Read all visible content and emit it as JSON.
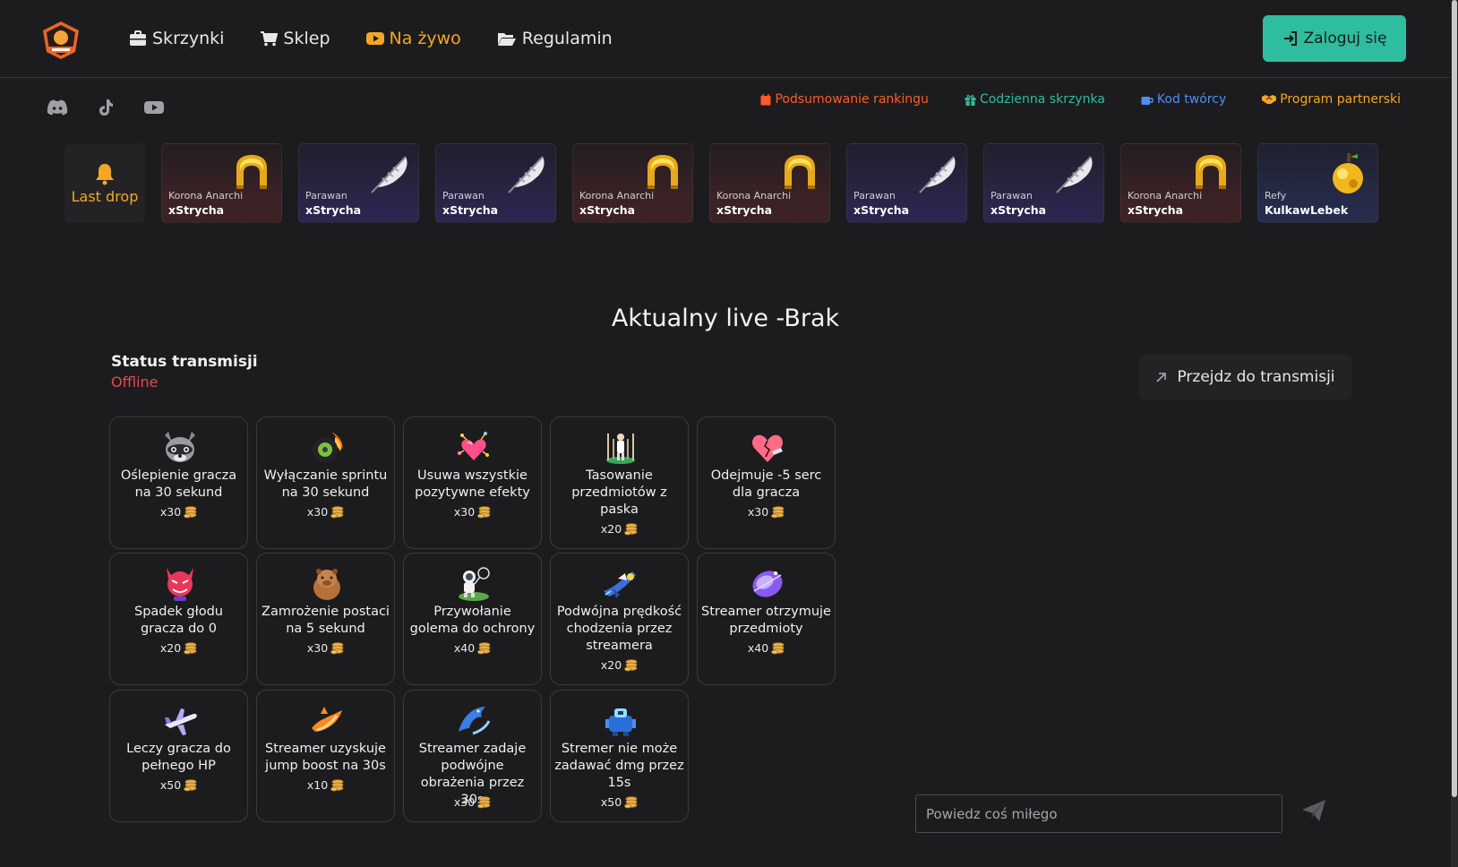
{
  "header": {
    "logo_icon": "tiermc-logo",
    "nav": [
      {
        "label": "Skrzynki",
        "icon": "briefcase-icon"
      },
      {
        "label": "Sklep",
        "icon": "cart-icon"
      },
      {
        "label": "Na żywo",
        "icon": "youtube-icon",
        "active": true
      },
      {
        "label": "Regulamin",
        "icon": "folder-open-icon"
      }
    ],
    "login_label": "Zaloguj się"
  },
  "socials": [
    "discord-icon",
    "tiktok-icon",
    "youtube-icon"
  ],
  "quick_links": [
    {
      "label": "Podsumowanie rankingu",
      "color": "#ff5a2c",
      "icon": "calendar-icon"
    },
    {
      "label": "Codzienna skrzynka",
      "color": "#2ebd9e",
      "icon": "gift-icon"
    },
    {
      "label": "Kod twórcy",
      "color": "#4e8ef7",
      "icon": "mug-icon"
    },
    {
      "label": "Program partnerski",
      "color": "#f5a623",
      "icon": "handshake-icon"
    }
  ],
  "last_drop_label": "Last drop",
  "drops": [
    {
      "type": "Korona Anarchi",
      "user": "xStrycha",
      "item": "gold-helmet",
      "tone": "red"
    },
    {
      "type": "Parawan",
      "user": "xStrycha",
      "item": "feather",
      "tone": "purple"
    },
    {
      "type": "Parawan",
      "user": "xStrycha",
      "item": "feather",
      "tone": "purple"
    },
    {
      "type": "Korona Anarchi",
      "user": "xStrycha",
      "item": "gold-helmet",
      "tone": "red"
    },
    {
      "type": "Korona Anarchi",
      "user": "xStrycha",
      "item": "gold-helmet",
      "tone": "red"
    },
    {
      "type": "Parawan",
      "user": "xStrycha",
      "item": "feather",
      "tone": "purple"
    },
    {
      "type": "Parawan",
      "user": "xStrycha",
      "item": "feather",
      "tone": "purple"
    },
    {
      "type": "Korona Anarchi",
      "user": "xStrycha",
      "item": "gold-helmet",
      "tone": "red"
    },
    {
      "type": "Refy",
      "user": "KulkawLebek",
      "item": "golden-apple",
      "tone": "blue"
    }
  ],
  "live": {
    "title": "Aktualny live -Brak",
    "status_label": "Status transmisji",
    "status_value": "Offline",
    "go_label": "Przejdz do transmisji"
  },
  "actions": [
    {
      "text": "Oślepienie gracza na 30 sekund",
      "cost": "x30",
      "icon": "raccoon-icon"
    },
    {
      "text": "Wyłączanie sprintu na 30 sekund",
      "cost": "x30",
      "icon": "flaming-tire-icon"
    },
    {
      "text": "Usuwa wszystkie pozytywne efekty",
      "cost": "x30",
      "icon": "heart-fireworks-icon"
    },
    {
      "text": "Tasowanie przedmiotów z paska",
      "cost": "x20",
      "icon": "shuffle-figure-icon"
    },
    {
      "text": "Odejmuje -5 serc dla gracza",
      "cost": "x30",
      "icon": "broken-heart-icon"
    },
    {
      "text": "Spadek głodu gracza do 0",
      "cost": "x20",
      "icon": "demon-icon"
    },
    {
      "text": "Zamrożenie postaci na 5 sekund",
      "cost": "x30",
      "icon": "capybara-icon"
    },
    {
      "text": "Przywołanie golema do ochrony",
      "cost": "x40",
      "icon": "astronaut-icon"
    },
    {
      "text": "Podwójna prędkość chodzenia przez streamera",
      "cost": "x20",
      "icon": "jet-icon"
    },
    {
      "text": "Streamer otrzymuje przedmioty",
      "cost": "x40",
      "icon": "crystal-icon"
    },
    {
      "text": "Leczy gracza do pełnego HP",
      "cost": "x50",
      "icon": "plane-icon"
    },
    {
      "text": "Streamer uzyskuje jump boost na 30s",
      "cost": "x10",
      "icon": "fox-icon"
    },
    {
      "text": "Streamer zadaje podwójne obrażenia przez 30s",
      "cost": "x30",
      "icon": "dolphin-icon"
    },
    {
      "text": "Stremer nie może zadawać dmg przez 15s",
      "cost": "x50",
      "icon": "robot-icon"
    }
  ],
  "chat": {
    "placeholder": "Powiedz coś miłego",
    "send_icon": "paper-plane-icon"
  }
}
